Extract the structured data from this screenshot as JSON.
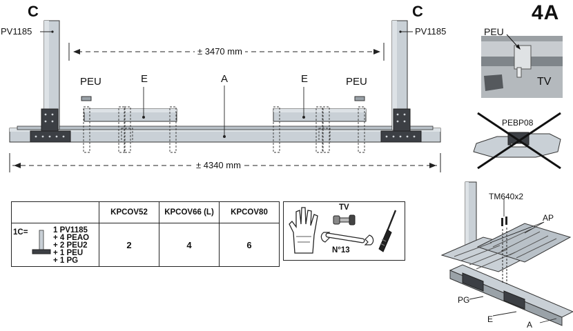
{
  "step_label": "4A",
  "frame": {
    "left_letter": "C",
    "right_letter": "C",
    "left_post_code": "PV1185",
    "right_post_code": "PV1185",
    "inner_span": "± 3470 mm",
    "outer_span": "± 4340 mm",
    "left_foot_code": "PEU",
    "right_foot_code": "PEU",
    "left_beam_letter": "E",
    "right_beam_letter": "E",
    "center_beam_letter": "A"
  },
  "kit_table": {
    "columns": [
      "KPCOV52",
      "KPCOV66 (L)",
      "KPCOV80"
    ],
    "row_prefix": "1C=",
    "contents": [
      "1 PV1185",
      "+ 4 PEAO",
      "+ 2 PEU2",
      "+ 1 PEU",
      "+ 1 PG"
    ],
    "values": [
      "2",
      "4",
      "6"
    ]
  },
  "tools": {
    "bolt_label": "TV",
    "wrench_label": "N°13",
    "icons": [
      "glove-icon",
      "bolt-nut-icon",
      "wrench-icon",
      "screwdriver-icon"
    ]
  },
  "detail_photo": {
    "top_label": "PEU",
    "bottom_label": "TV"
  },
  "forbidden": {
    "label": "PEBP08"
  },
  "assembly": {
    "screw_label": "TM640x2",
    "plate_label": "AP",
    "profile_label": "PG",
    "beam_e_label": "E",
    "beam_a_label": "A"
  }
}
